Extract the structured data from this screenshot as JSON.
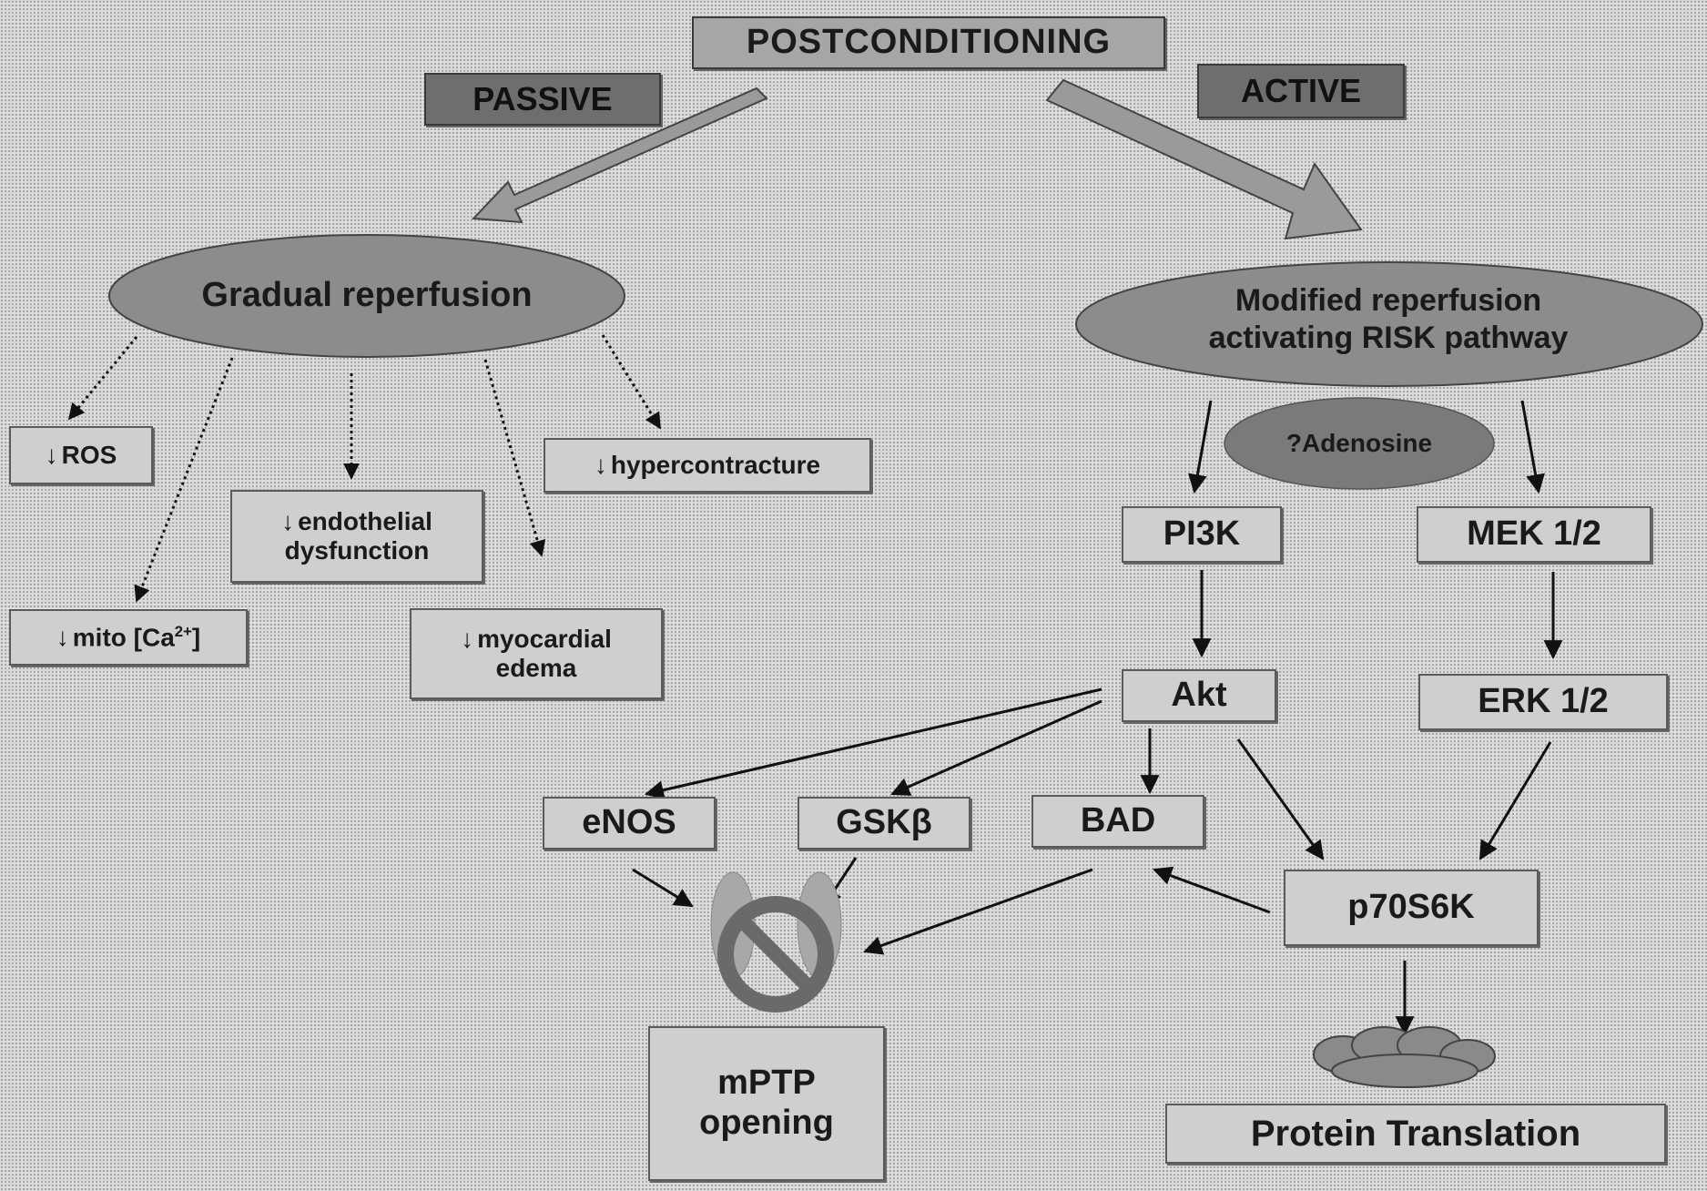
{
  "top": {
    "postconditioning": "POSTCONDITIONING",
    "passive": "PASSIVE",
    "active": "ACTIVE"
  },
  "passive_branch": {
    "ellipse": "Gradual reperfusion",
    "effects": {
      "ros": "ROS",
      "mito_pre": "mito [Ca",
      "mito_sup": "2+",
      "mito_post": "]",
      "endothelial_1": "endothelial",
      "endothelial_2": "dysfunction",
      "myocardial_1": "myocardial",
      "myocardial_2": "edema",
      "hypercontracture": "hypercontracture"
    },
    "down_arrow_glyph": "↓"
  },
  "active_branch": {
    "ellipse_line1": "Modified reperfusion",
    "ellipse_line2": "activating RISK pathway",
    "adenosine": "?Adenosine",
    "pi3k": "PI3K",
    "mek": "MEK 1/2",
    "akt": "Akt",
    "erk": "ERK 1/2",
    "enos": "eNOS",
    "gsk": "GSKβ",
    "bad": "BAD",
    "p70": "p70S6K",
    "mptp_1": "mPTP",
    "mptp_2": "opening",
    "protein": "Protein Translation"
  }
}
